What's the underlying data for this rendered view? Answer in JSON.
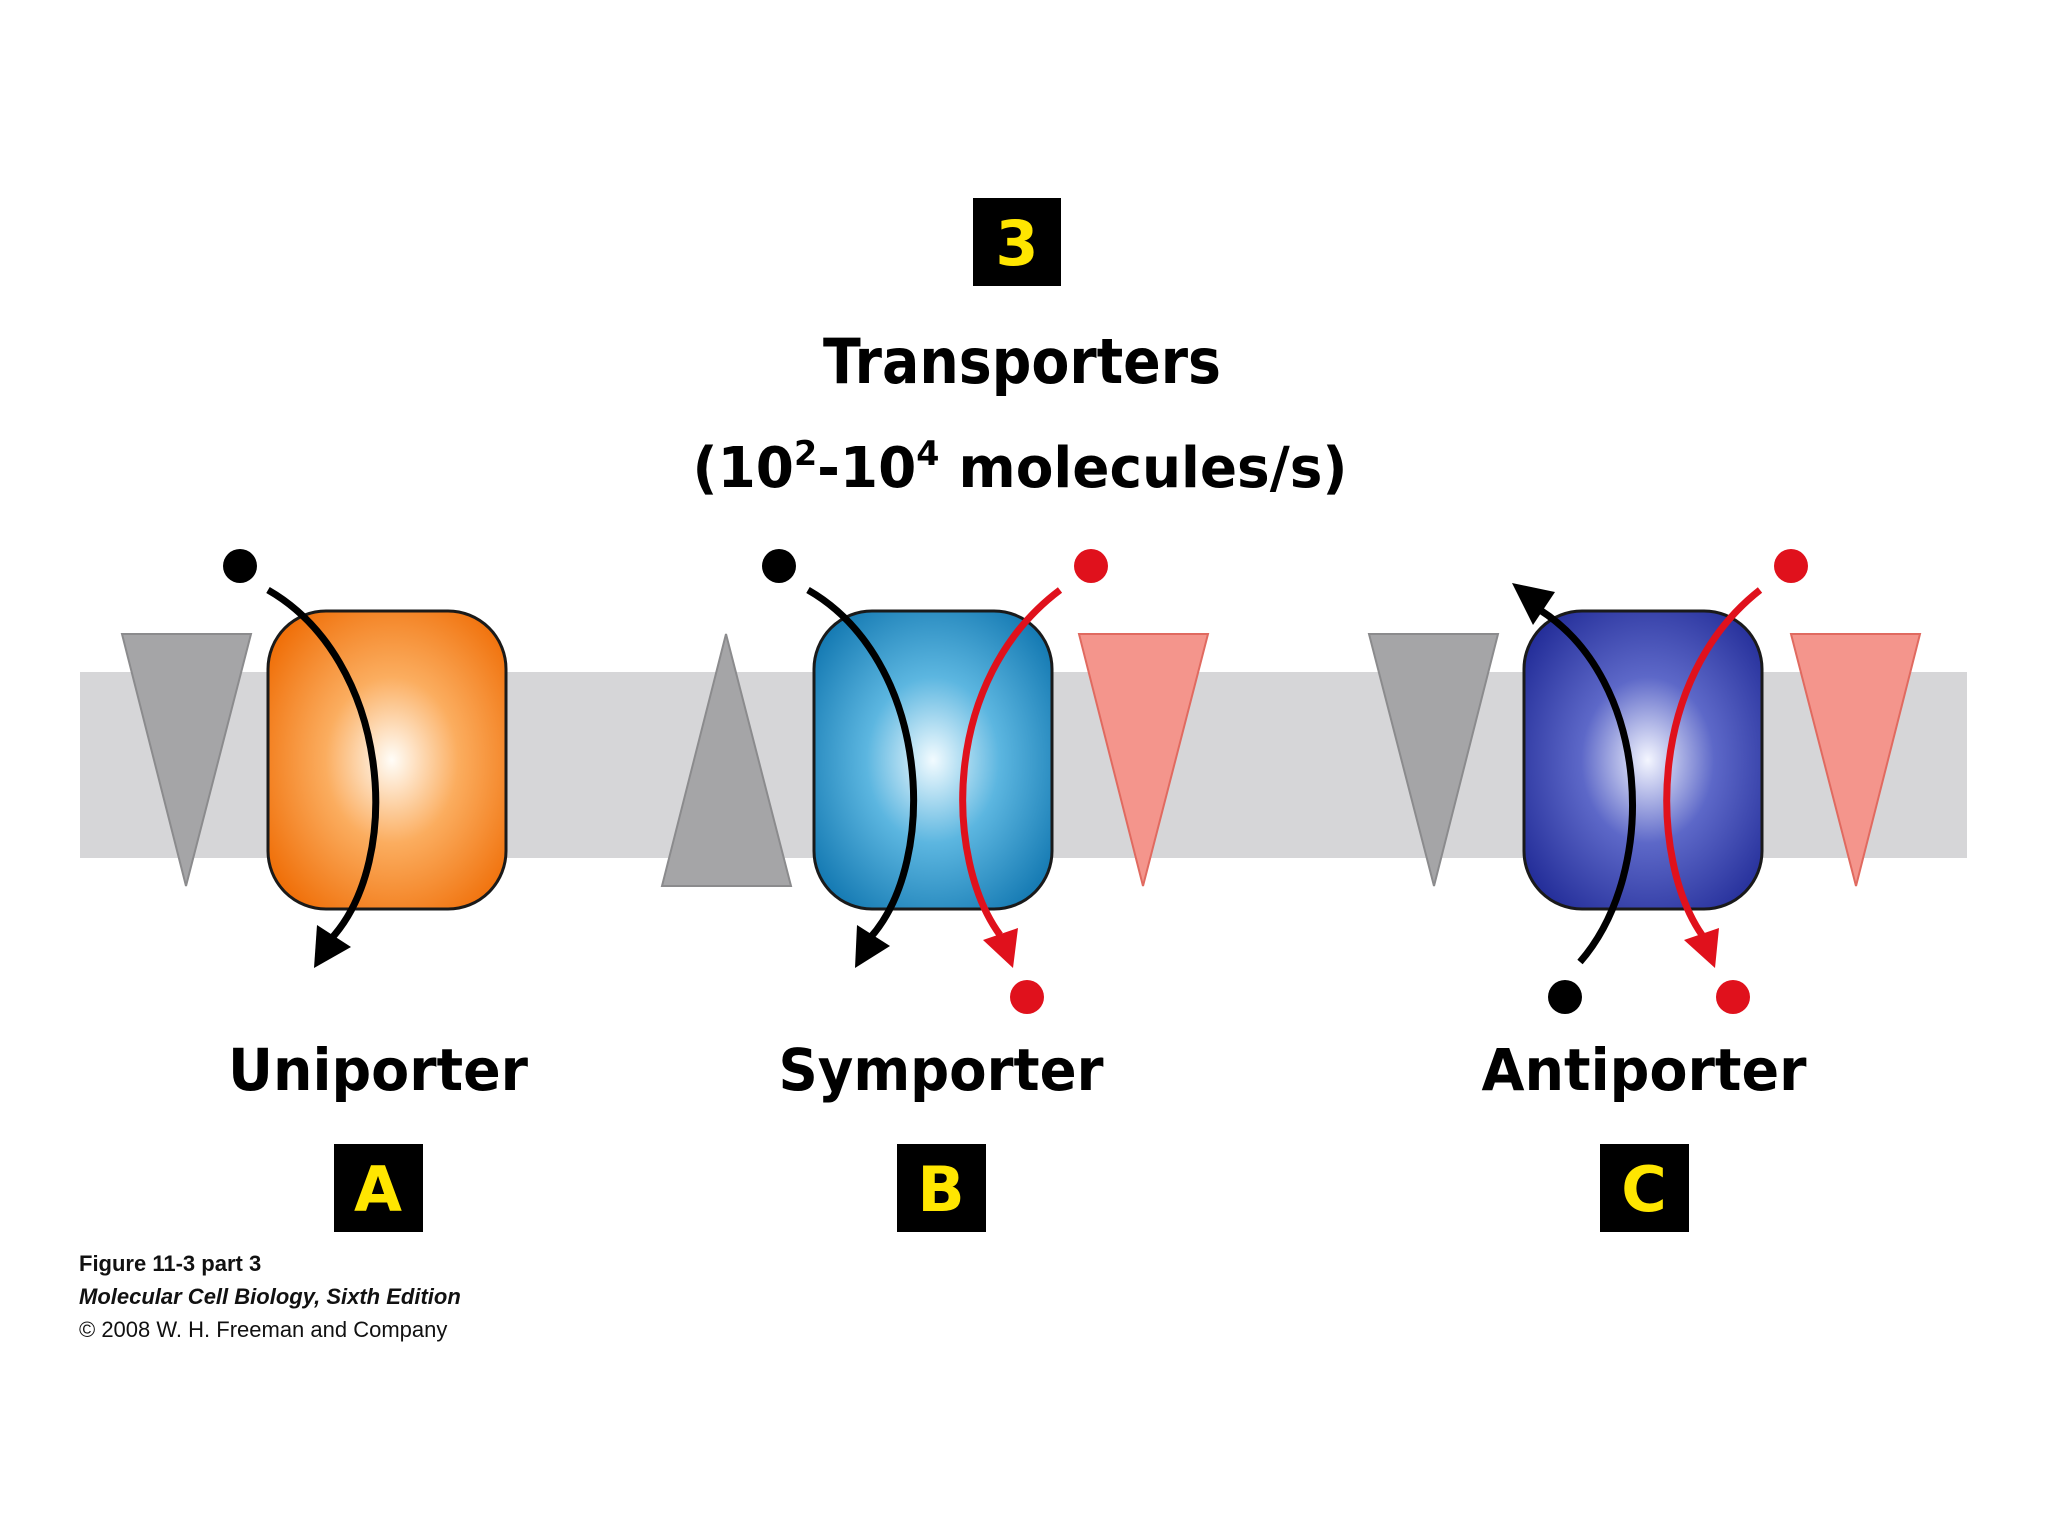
{
  "figure": {
    "number_badge": "3",
    "title": "Transporters",
    "subtitle": {
      "open": "(10",
      "exp1": "2",
      "mid": "-10",
      "exp2": "4",
      "close": " molecules/s)"
    }
  },
  "transporters": [
    {
      "name": "Uniporter",
      "badge": "A",
      "color": "#f77a10"
    },
    {
      "name": "Symporter",
      "badge": "B",
      "color": "#1f8ac0"
    },
    {
      "name": "Antiporter",
      "badge": "C",
      "color": "#2b38a8"
    }
  ],
  "caption": {
    "line1": "Figure 11-3 part 3",
    "line2": "Molecular Cell Biology, Sixth Edition",
    "line3": "© 2008 W. H. Freeman and Company"
  },
  "colors": {
    "membrane": "#d6d6d8",
    "gradient_gray": "#a5a5a7",
    "gradient_red": "#f4958c",
    "molecule_black": "#000000",
    "molecule_red": "#e0111c",
    "badge_bg": "#000000",
    "badge_text": "#ffe600"
  }
}
